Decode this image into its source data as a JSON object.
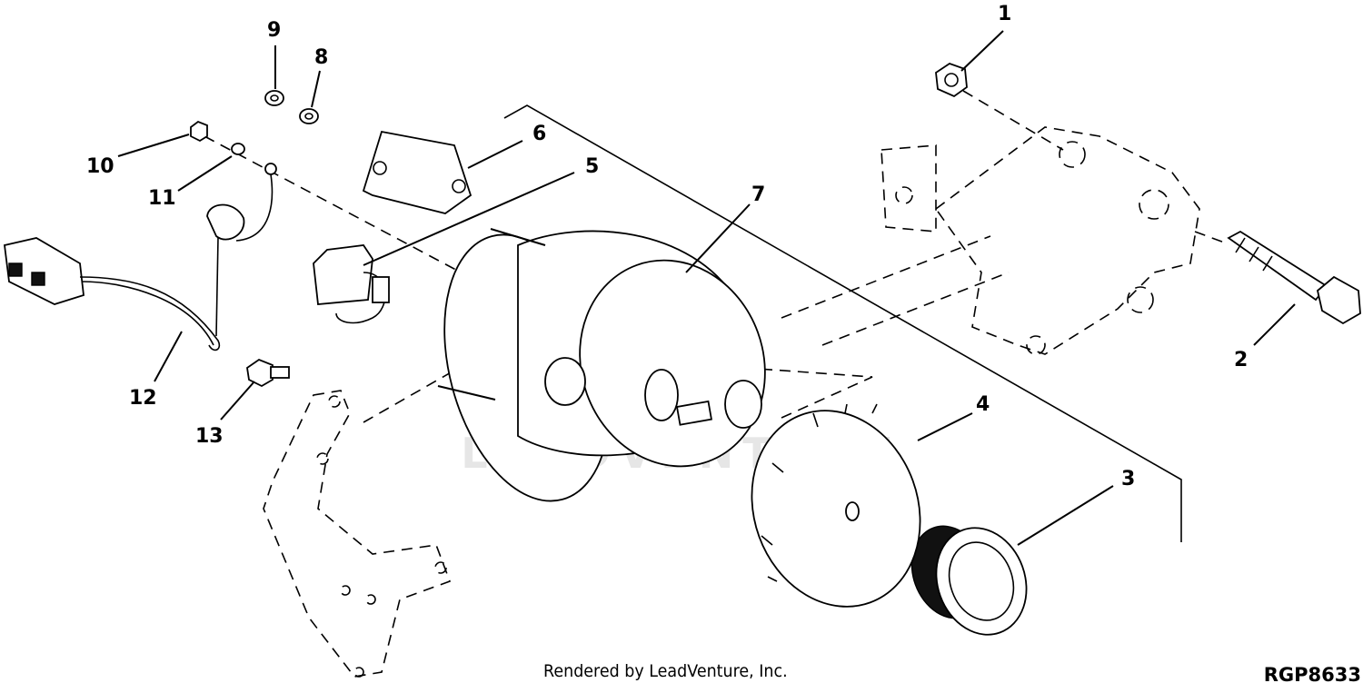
{
  "diagram": {
    "callouts": [
      {
        "id": "1",
        "label": "1"
      },
      {
        "id": "2",
        "label": "2"
      },
      {
        "id": "3",
        "label": "3"
      },
      {
        "id": "4",
        "label": "4"
      },
      {
        "id": "5",
        "label": "5"
      },
      {
        "id": "6",
        "label": "6"
      },
      {
        "id": "7",
        "label": "7"
      },
      {
        "id": "8",
        "label": "8"
      },
      {
        "id": "9",
        "label": "9"
      },
      {
        "id": "10",
        "label": "10"
      },
      {
        "id": "11",
        "label": "11"
      },
      {
        "id": "12",
        "label": "12"
      },
      {
        "id": "13",
        "label": "13"
      }
    ],
    "watermark": "LEADVENTURE",
    "credit": "Rendered by LeadVenture, Inc.",
    "reference_code": "RGP8633"
  }
}
